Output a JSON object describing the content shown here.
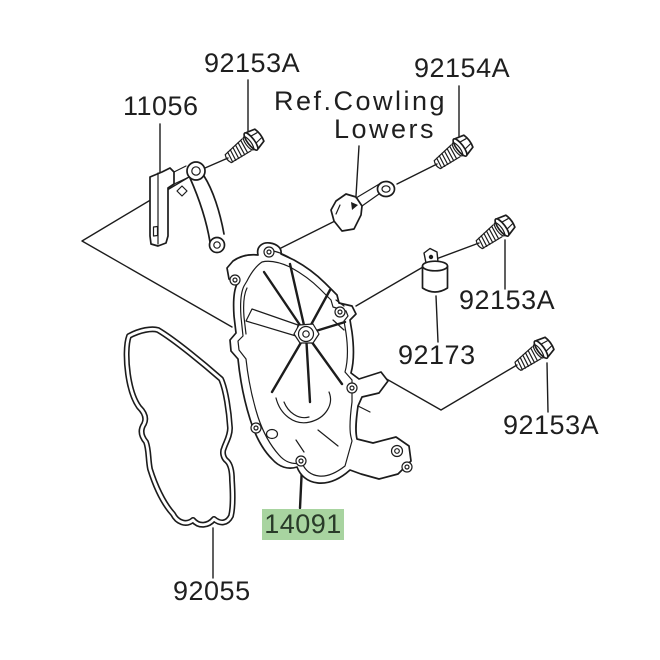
{
  "parts": {
    "bracket": {
      "number": "11056"
    },
    "screw_top": {
      "number": "92153A"
    },
    "reference_note": {
      "line1": "Ref.Cowling",
      "line2": "Lowers"
    },
    "screw_upper_right": {
      "number": "92154A"
    },
    "screw_mid_right": {
      "number": "92153A"
    },
    "collar": {
      "number": "92173"
    },
    "screw_lower_right": {
      "number": "92153A"
    },
    "cover": {
      "number": "14091",
      "highlighted": true
    },
    "gasket": {
      "number": "92055"
    }
  },
  "colors": {
    "line": "#1c1c1c",
    "background": "#ffffff",
    "highlight": "#a8d4a0",
    "highlight_text": "#293b29"
  }
}
